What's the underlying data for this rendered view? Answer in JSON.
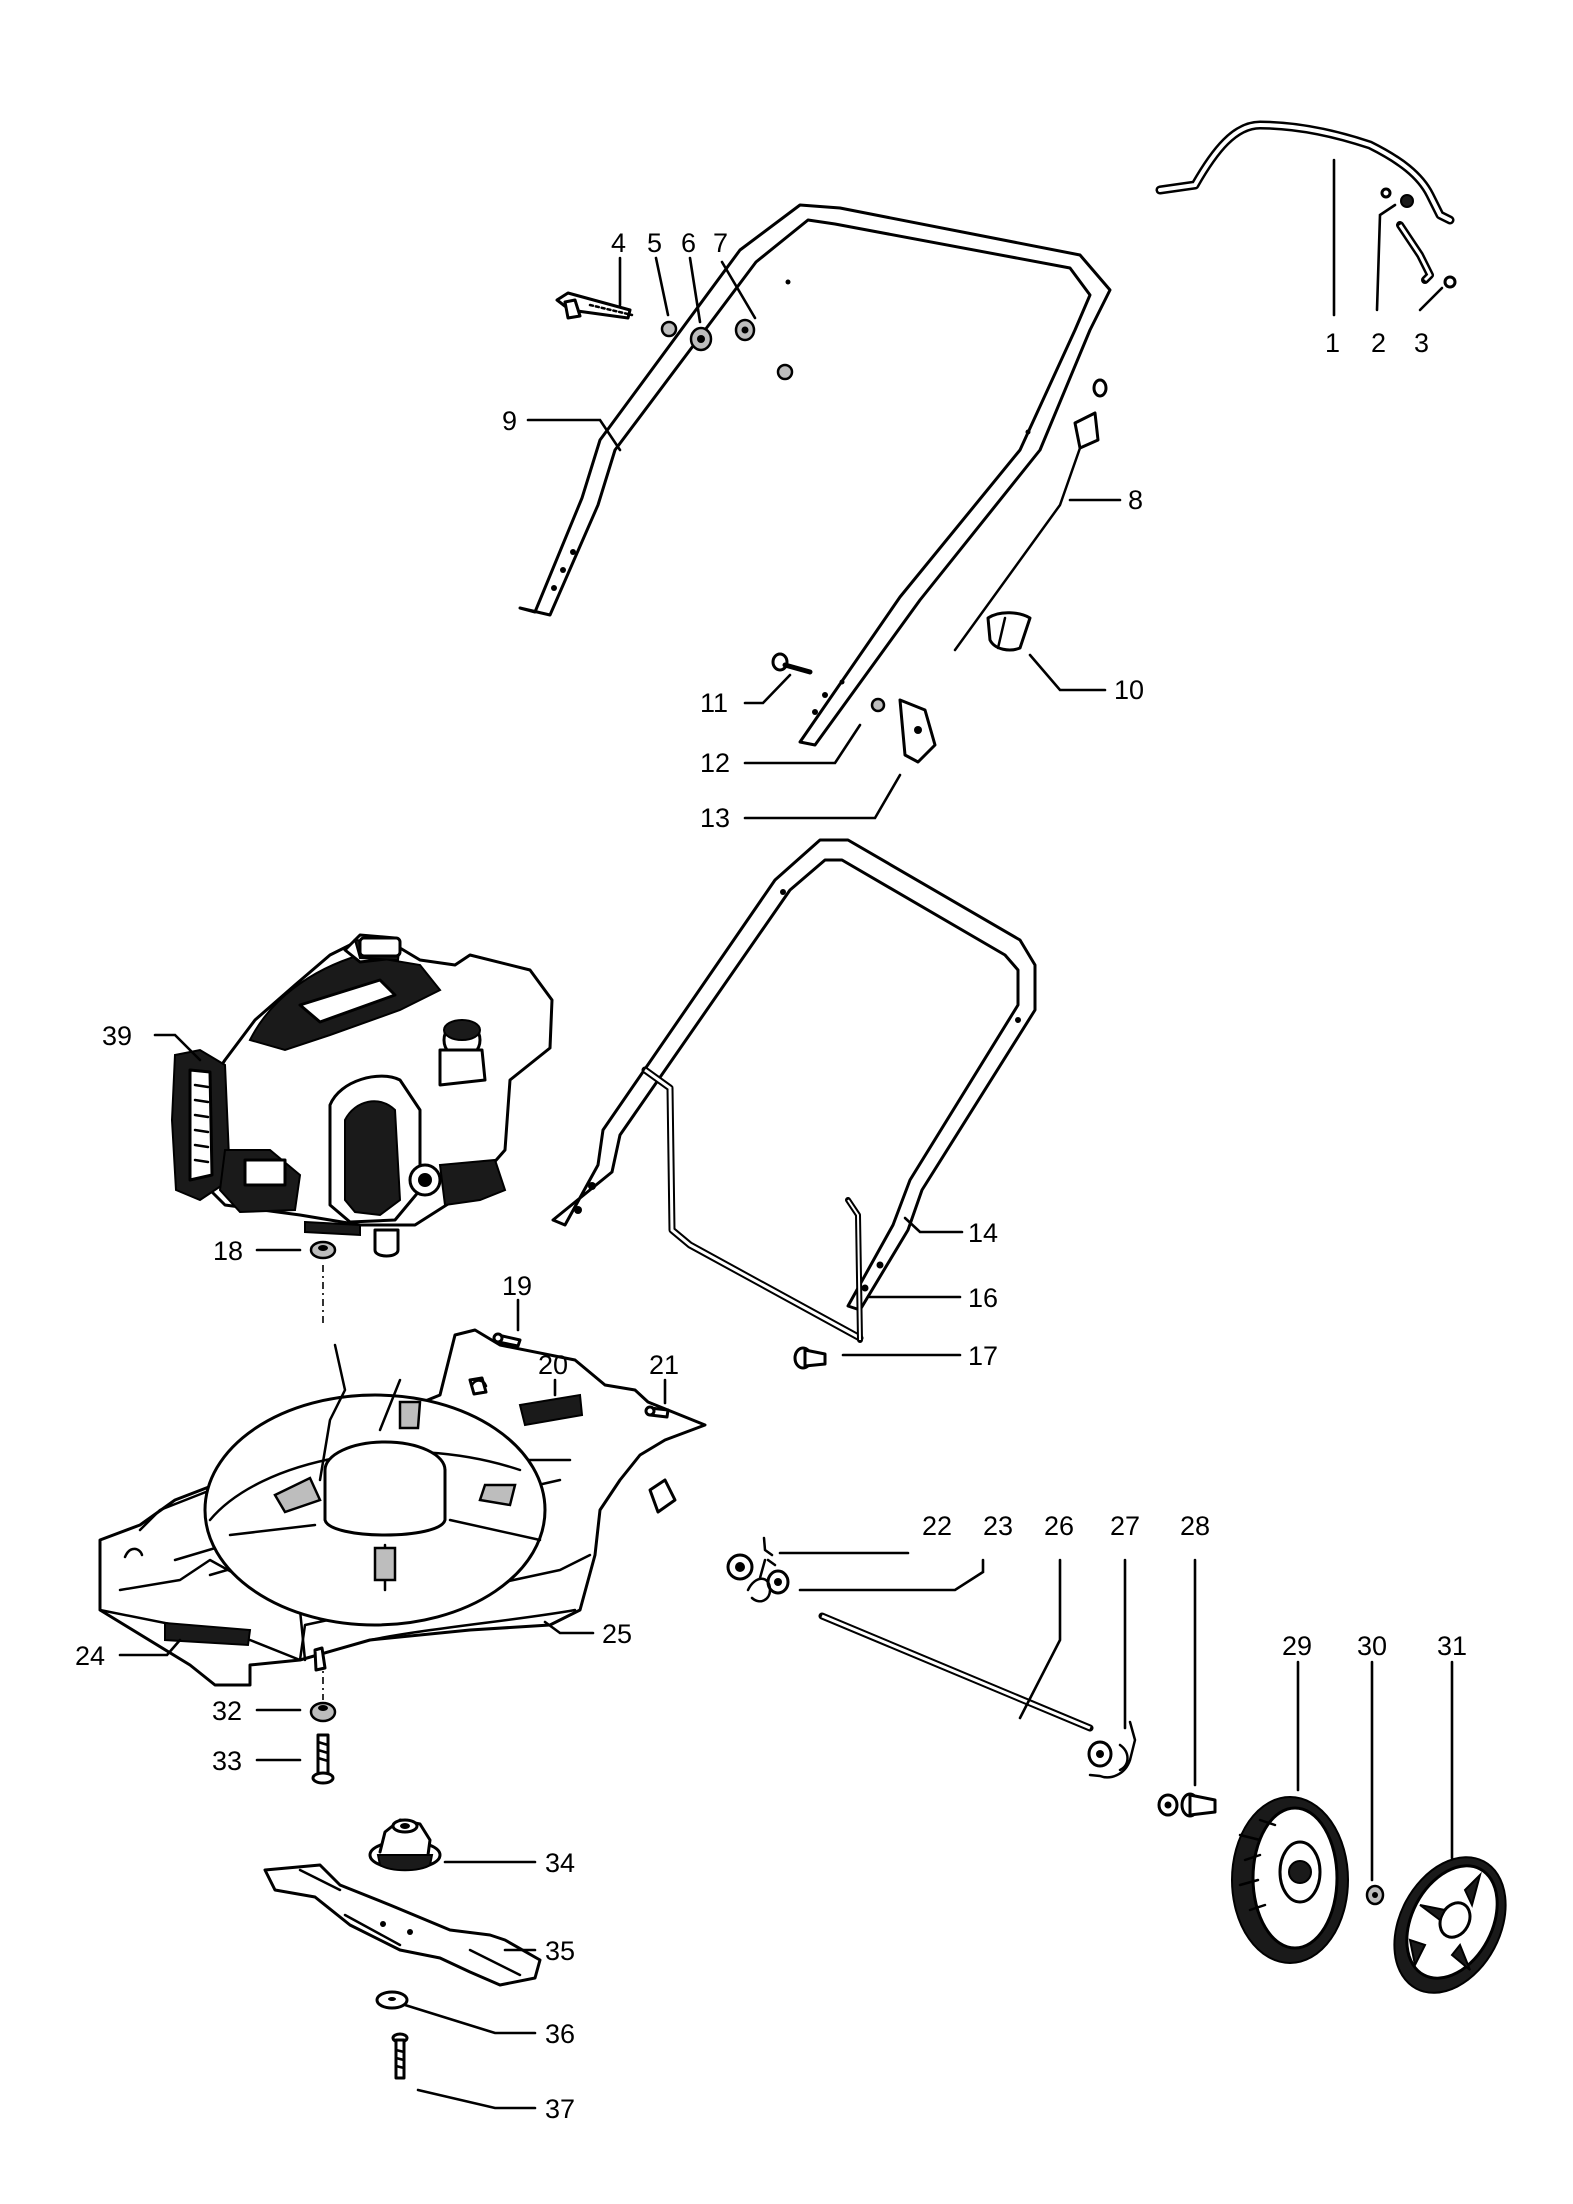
{
  "diagram": {
    "callouts": {
      "c1": "1",
      "c2": "2",
      "c3": "3",
      "c4": "4",
      "c5": "5",
      "c6": "6",
      "c7": "7",
      "c8": "8",
      "c9": "9",
      "c10": "10",
      "c11": "11",
      "c12": "12",
      "c13": "13",
      "c14": "14",
      "c16": "16",
      "c17": "17",
      "c18": "18",
      "c19": "19",
      "c20": "20",
      "c21": "21",
      "c22": "22",
      "c23": "23",
      "c24": "24",
      "c25": "25",
      "c26": "26",
      "c27": "27",
      "c28": "28",
      "c29": "29",
      "c30": "30",
      "c31": "31",
      "c32": "32",
      "c33": "33",
      "c34": "34",
      "c35": "35",
      "c36": "36",
      "c37": "37",
      "c39": "39"
    }
  }
}
